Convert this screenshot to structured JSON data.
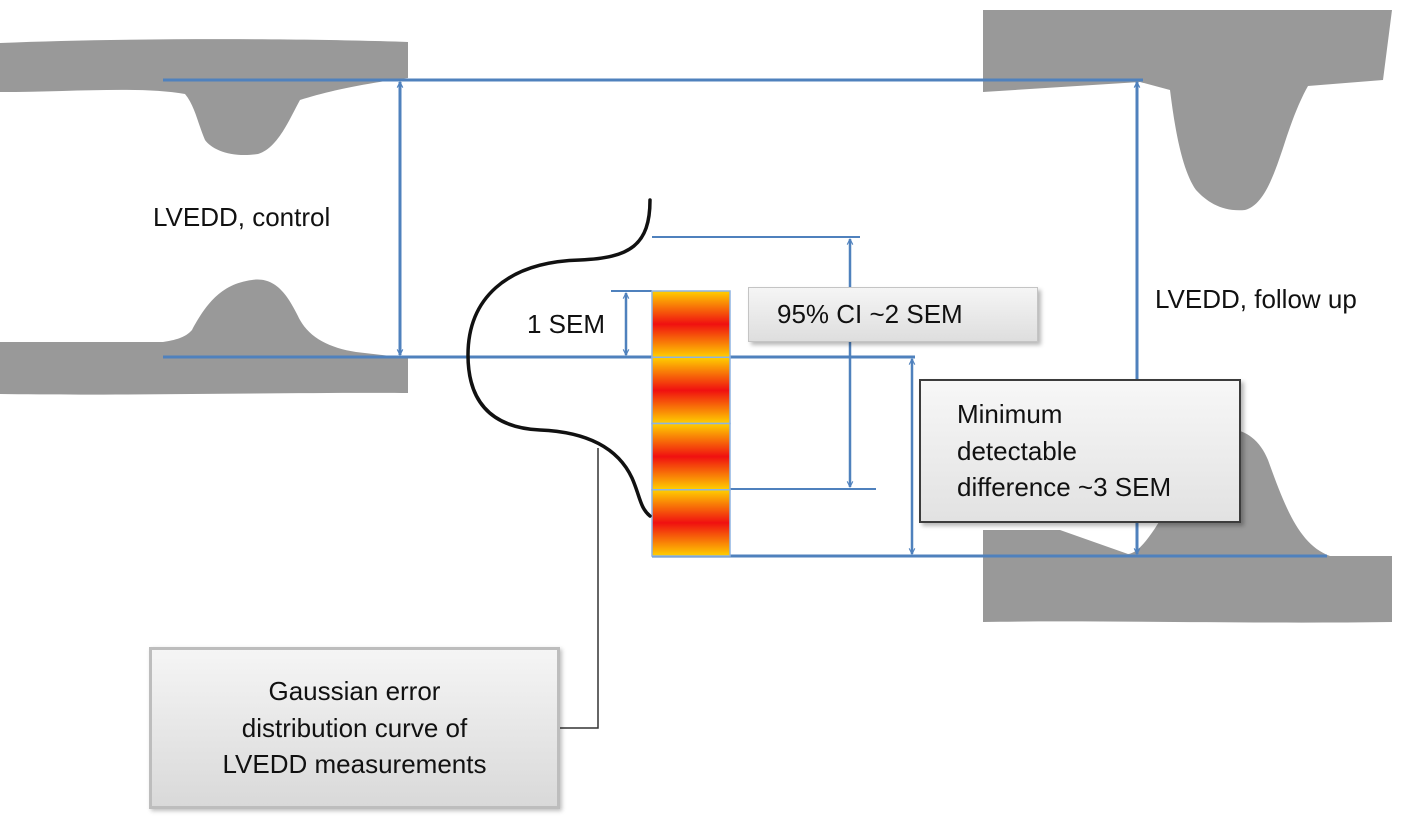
{
  "labels": {
    "control": "LVEDD, control",
    "follow_up": "LVEDD, follow up",
    "one_sem": "1 SEM",
    "ci": "95% CI ~2 SEM",
    "mdd": [
      "Minimum",
      "detectable",
      "difference ~3 SEM"
    ],
    "gaussian": [
      "Gaussian error",
      "distribution curve of",
      "LVEDD measurements"
    ]
  },
  "colors": {
    "wall": "#999999",
    "line": "#4f81bd",
    "curve": "#111111",
    "segment_edge": "#ffd000",
    "segment_core": "#f01010"
  },
  "error_segments": 4
}
